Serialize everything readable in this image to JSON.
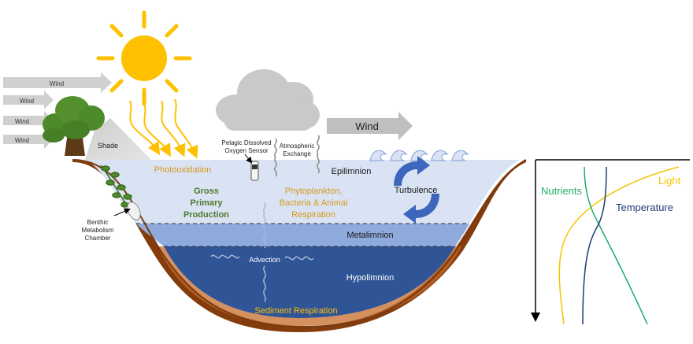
{
  "wind": {
    "label_small": "Wind",
    "label_large": "Wind"
  },
  "labels": {
    "shade": "Shade",
    "photooxidation": "Photooxidation",
    "gross_primary_production": [
      "Gross",
      "Primary",
      "Production"
    ],
    "sensor": [
      "Pelagic Dissolved",
      "Oxygen Sensor"
    ],
    "atmospheric_exchange": [
      "Atmospheric",
      "Exchange"
    ],
    "respiration": [
      "Phytoplankton,",
      "Bacteria & Animal",
      "Respiration"
    ],
    "chamber": [
      "Benthic",
      "Metabolism",
      "Chamber"
    ],
    "turbulence": "Turbulence",
    "advection": "Advection",
    "sediment_respiration": "Sediment Respiration"
  },
  "layers": {
    "epilimnion": "Epilimnion",
    "metalimnion": "Metalimnion",
    "hypolimnion": "Hypolimnion"
  },
  "profile": {
    "nutrients": "Nutrients",
    "light": "Light",
    "temperature": "Temperature"
  },
  "colors": {
    "sun": "#FFC000",
    "epilimnion": "#DAE3F3",
    "metalimnion": "#8FAADC",
    "hypolimnion": "#2F5597",
    "sediment": "#843C0C",
    "orange_text": "#D69A1E",
    "green_text": "#4C7A2E",
    "nutrients": "#1DAE6A",
    "light": "#F5C400",
    "temperature": "#1F3A7A",
    "turbulence": "#3C67BD"
  }
}
